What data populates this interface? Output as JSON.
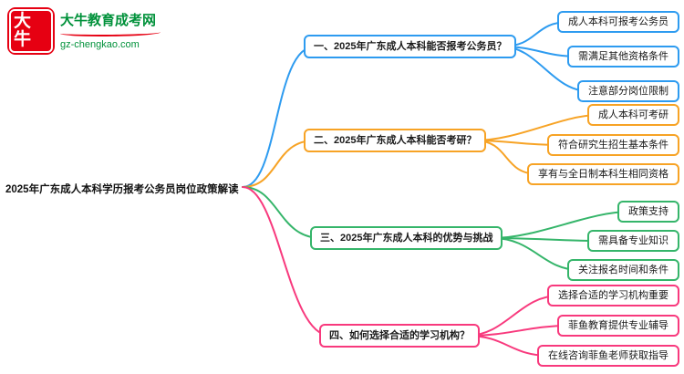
{
  "logo": {
    "icon_text": "大牛",
    "brand": "大牛教育成考网",
    "url": "gz-chengkao.com",
    "brand_color": "#00913a",
    "logo_red": "#e60012"
  },
  "root": {
    "label": "2025年广东成人本科学历报考公务员岗位政策解读"
  },
  "branches": [
    {
      "label": "一、2025年广东成人本科能否报考公务员？",
      "color": "#2d9bf0",
      "children": [
        "成人本科可报考公务员",
        "需满足其他资格条件",
        "注意部分岗位限制"
      ]
    },
    {
      "label": "二、2025年广东成人本科能否考研？",
      "color": "#f7a325",
      "children": [
        "成人本科可考研",
        "符合研究生招生基本条件",
        "享有与全日制本科生相同资格"
      ]
    },
    {
      "label": "三、2025年广东成人本科的优势与挑战",
      "color": "#35b56a",
      "children": [
        "政策支持",
        "需具备专业知识",
        "关注报名时间和条件"
      ]
    },
    {
      "label": "四、如何选择合适的学习机构？",
      "color": "#f8397d",
      "children": [
        "选择合适的学习机构重要",
        "菲鱼教育提供专业辅导",
        "在线咨询菲鱼老师获取指导"
      ]
    }
  ]
}
